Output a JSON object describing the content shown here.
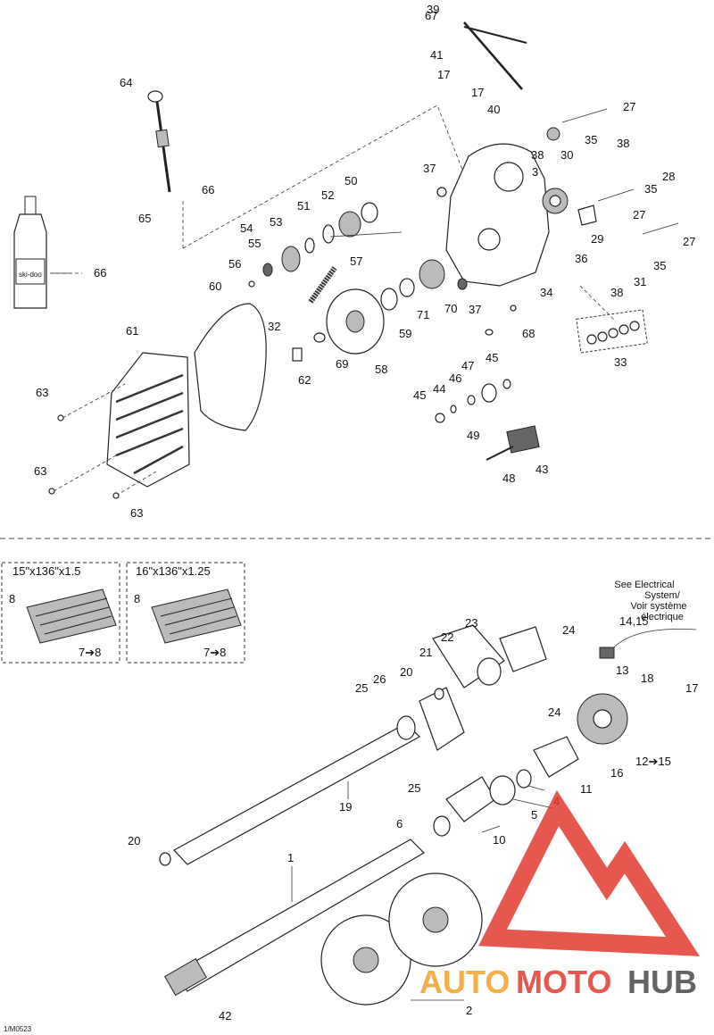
{
  "callouts": {
    "c1": "1",
    "c2": "2",
    "c3": "3",
    "c4": "4",
    "c5": "5",
    "c6": "6",
    "c7": "7➔8",
    "c7b": "7➔8",
    "c8": "8",
    "c8b": "8",
    "c10": "10",
    "c11": "11",
    "c12": "12➔15",
    "c13": "13",
    "c14": "14,15",
    "c16": "16",
    "c17": "17",
    "c17b": "17",
    "c17c": "17",
    "c18": "18",
    "c19": "19",
    "c20": "20",
    "c20b": "20",
    "c21": "21",
    "c22": "22",
    "c23": "23",
    "c24": "24",
    "c24b": "24",
    "c25": "25",
    "c25b": "25",
    "c26": "26",
    "c27": "27",
    "c27b": "27",
    "c27c": "27",
    "c28": "28",
    "c29": "29",
    "c30": "30",
    "c31": "31",
    "c32": "32",
    "c33": "33",
    "c34": "34",
    "c35": "35",
    "c35b": "35",
    "c35c": "35",
    "c36": "36",
    "c37": "37",
    "c37b": "37",
    "c38": "38",
    "c38b": "38",
    "c38c": "38",
    "c39": "39",
    "c40": "40",
    "c41": "41",
    "c42": "42",
    "c43": "43",
    "c44": "44",
    "c45": "45",
    "c45b": "45",
    "c46": "46",
    "c47": "47",
    "c48": "48",
    "c49": "49",
    "c50": "50",
    "c51": "51",
    "c52": "52",
    "c53": "53",
    "c54": "54",
    "c55": "55",
    "c56": "56",
    "c57": "57",
    "c58": "58",
    "c59": "59",
    "c60": "60",
    "c61": "61",
    "c62": "62",
    "c63": "63",
    "c63b": "63",
    "c63c": "63",
    "c64": "64",
    "c65": "65",
    "c66": "66",
    "c66b": "66",
    "c67": "67",
    "c68": "68",
    "c69": "69",
    "c70": "70",
    "c71": "71"
  },
  "insets": {
    "left_title": "15\"x136\"x1.5",
    "right_title": "16\"x136\"x1.25"
  },
  "electrical_note": {
    "line1": "See Electrical",
    "line2": "System/",
    "line3": "Voir système",
    "line4": "électrique"
  },
  "bottle_label": "ski-doo",
  "diagram_code": "1/M0523",
  "watermark": {
    "part1": "AUTO",
    "part2": "MOTO",
    "part3": "HUB",
    "color_red": "#e23b2e",
    "color_orange": "#f2a329",
    "color_gray": "#4a4a4a"
  }
}
